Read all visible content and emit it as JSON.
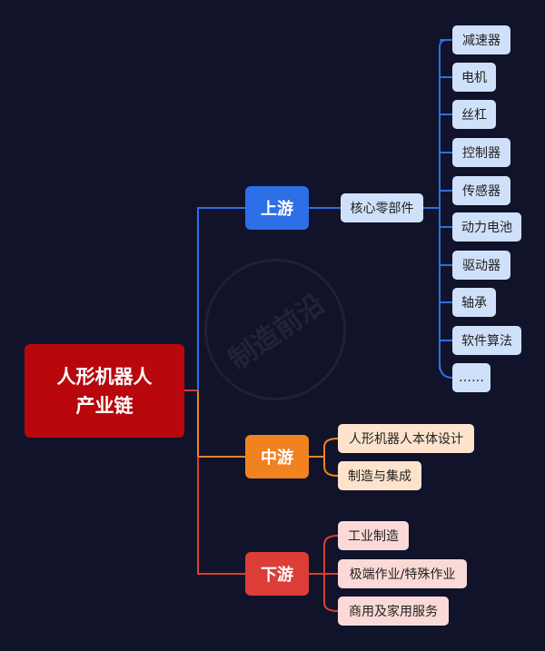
{
  "root": {
    "line1": "人形机器人",
    "line2": "产业链"
  },
  "upstream": {
    "label": "上游",
    "group": "核心零部件",
    "items": [
      "减速器",
      "电机",
      "丝杠",
      "控制器",
      "传感器",
      "动力电池",
      "驱动器",
      "轴承",
      "软件算法",
      "……"
    ]
  },
  "midstream": {
    "label": "中游",
    "items": [
      "人形机器人本体设计",
      "制造与集成"
    ]
  },
  "downstream": {
    "label": "下游",
    "items": [
      "工业制造",
      "极端作业/特殊作业",
      "商用及家用服务"
    ]
  },
  "colors": {
    "background": "#10132a",
    "root": "#b8080c",
    "upstream": "#2d6fe6",
    "midstream": "#f08220",
    "downstream": "#dc3d36"
  }
}
